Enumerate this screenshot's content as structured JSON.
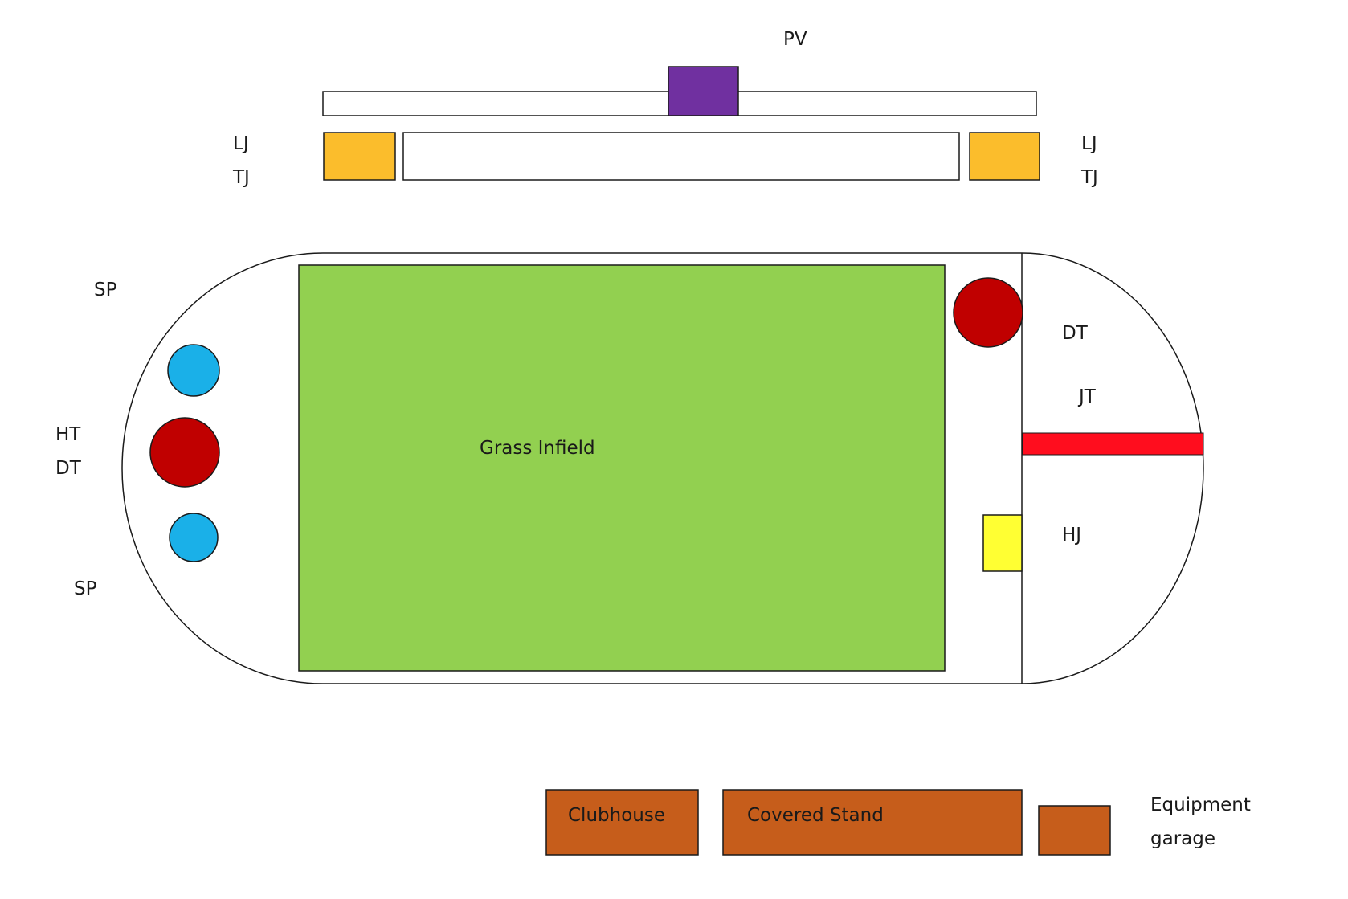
{
  "labels": {
    "pv": "PV",
    "lj_left": "LJ",
    "tj_left": "TJ",
    "lj_right": "LJ",
    "tj_right": "TJ",
    "sp_top": "SP",
    "ht": "HT",
    "dt_left": "DT",
    "sp_bottom": "SP",
    "dt_right": "DT",
    "jt": "JT",
    "hj": "HJ",
    "infield": "Grass Infield"
  },
  "buildings": {
    "clubhouse": "Clubhouse",
    "covered_stand": "Covered Stand",
    "garage_line1": "Equipment",
    "garage_line2": "garage"
  },
  "colors": {
    "infield": "#92d050",
    "pole_vault": "#7030a0",
    "jump_pit": "#fbbd2c",
    "shot_put": "#1ab0e8",
    "discus_hammer": "#c00000",
    "javelin": "#ff0d1e",
    "high_jump": "#ffff33",
    "building": "#c65d1b",
    "outline": "#1a1a1a"
  }
}
